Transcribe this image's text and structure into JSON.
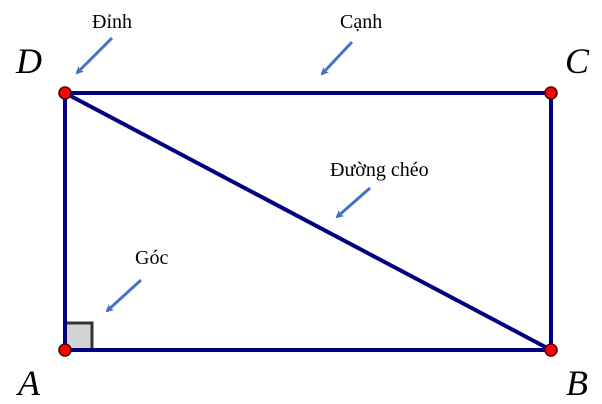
{
  "vertices": {
    "A": "A",
    "B": "B",
    "C": "C",
    "D": "D"
  },
  "annotations": {
    "vertex": "Đỉnh",
    "side": "Cạnh",
    "diagonal": "Đường chéo",
    "angle": "Góc"
  },
  "colors": {
    "shape": "#000080",
    "point": "#ff0000",
    "arrow": "#4472c4",
    "right_angle_fill": "#d3d3d3"
  }
}
